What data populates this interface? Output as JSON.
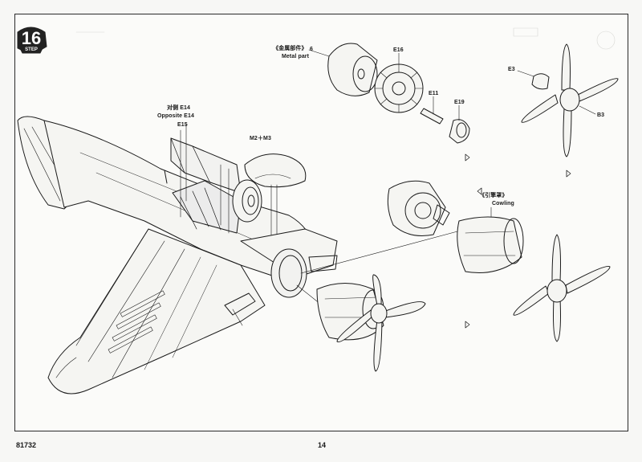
{
  "step": {
    "number": "16",
    "word": "STEP"
  },
  "labels": {
    "metal_part_cn": "《金属部件》",
    "metal_part_en": "Metal part",
    "part_6": "6",
    "part_e16": "E16",
    "part_e11": "E11",
    "part_e19": "E19",
    "part_e3": "E3",
    "part_b3": "B3",
    "opposite_cn": "对侧 E14",
    "opposite_en": "Opposite E14",
    "part_e15": "E15",
    "part_m2m3": "M2＋M3",
    "cowling_cn": "《引擎罩》",
    "cowling_en": "Cowling"
  },
  "footer": {
    "kit_number": "81732",
    "page_number": "14"
  },
  "colors": {
    "ink": "#1a1a1a",
    "paper": "#fbfbf9",
    "badge": "#222222"
  }
}
